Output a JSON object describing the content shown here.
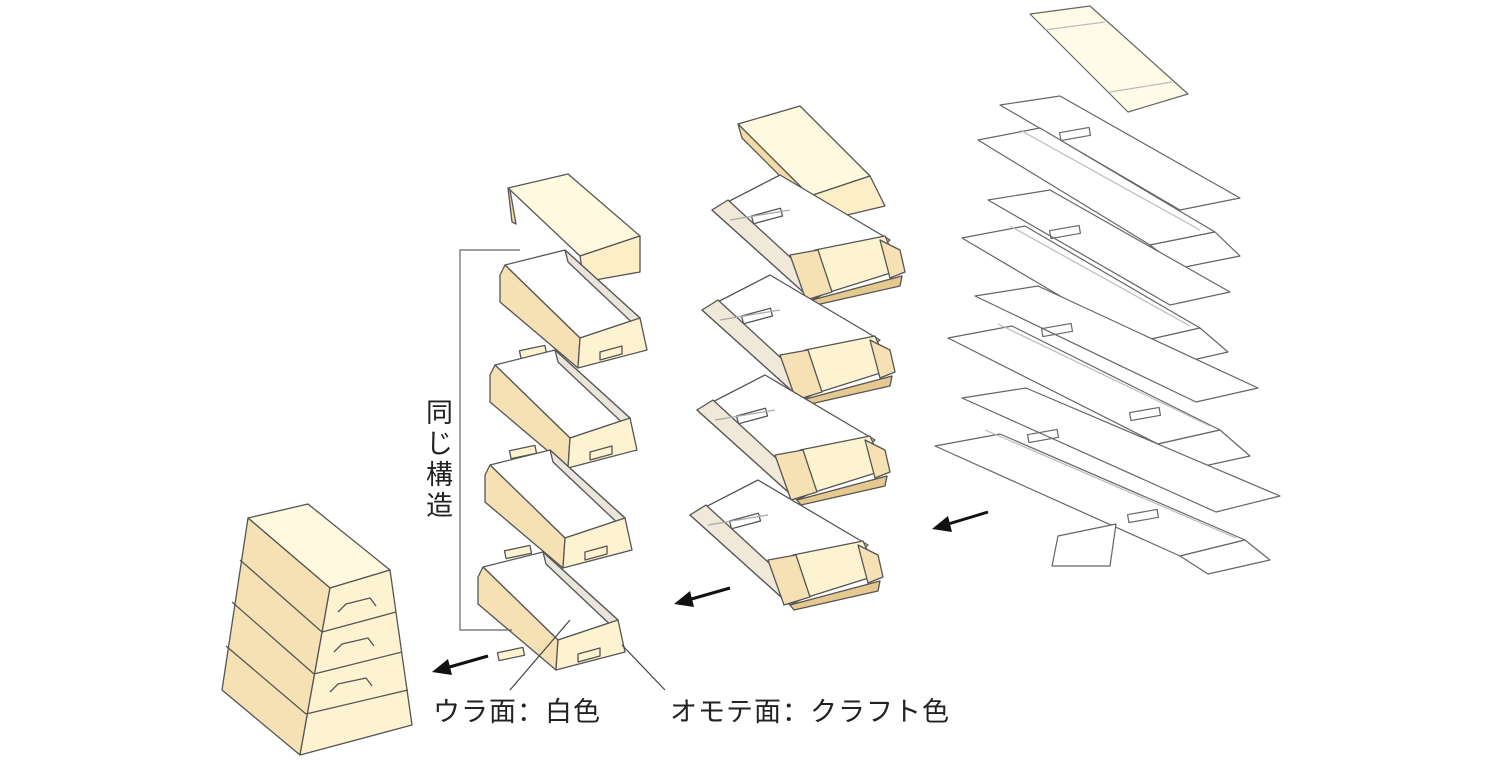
{
  "labels": {
    "inside_face": "ウラ面：白色",
    "outside_face": "オモテ面：クラフト色",
    "same_structure": "同じ構造"
  },
  "colors": {
    "kraft_face": "#f6e1b4",
    "kraft_light": "#fdf3d0",
    "lid": "#fff9df",
    "white_face": "#ffffff",
    "shadow_face": "#ebe6de",
    "edge": "#555555",
    "fold_line": "#bbbbbb",
    "arrow": "#111111"
  },
  "stages": [
    {
      "name": "assembled-vaulting-box",
      "tiers": 4
    },
    {
      "name": "stacked-frames",
      "tiers": 4
    },
    {
      "name": "folding-frames",
      "tiers": 4
    },
    {
      "name": "flat-blanks",
      "tiers": 4
    }
  ]
}
